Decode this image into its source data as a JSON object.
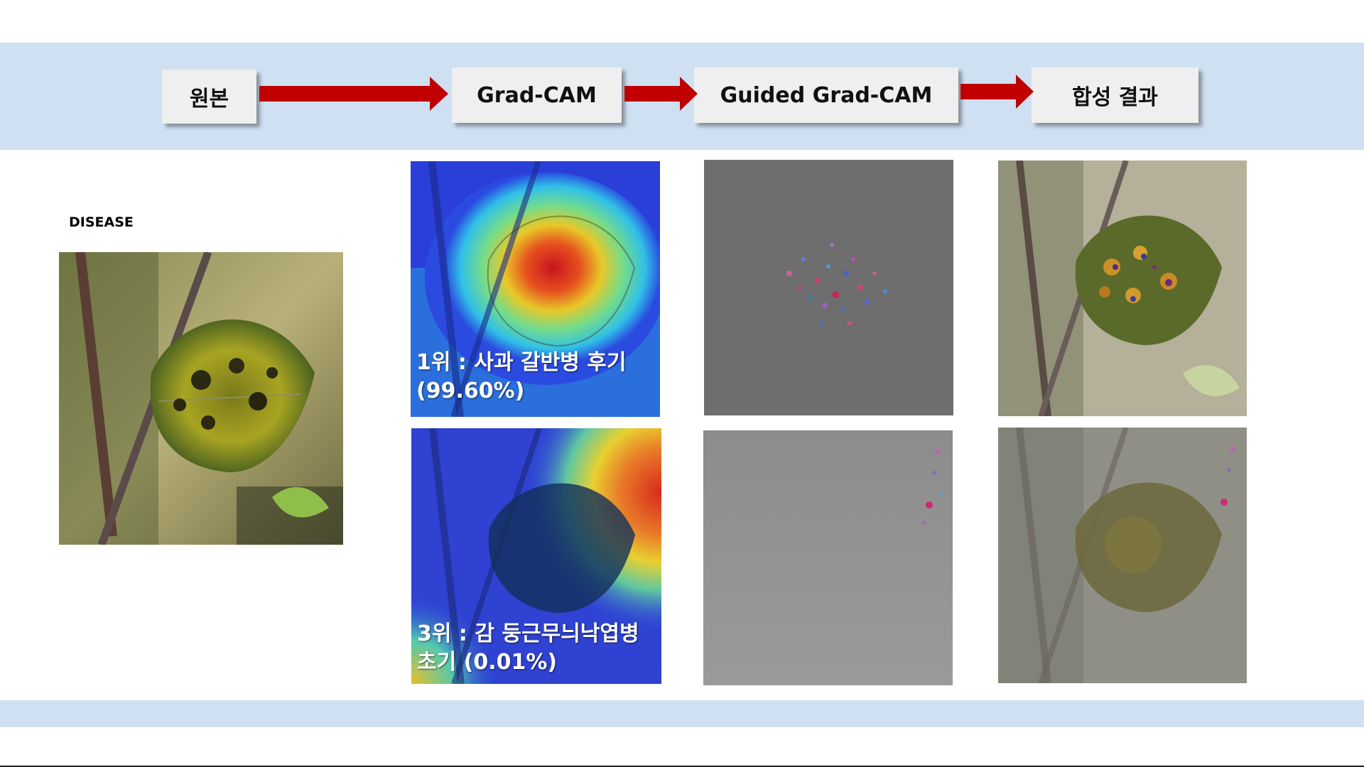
{
  "pipeline": {
    "step1": "원본",
    "step2": "Grad-CAM",
    "step3": "Guided Grad-CAM",
    "step4": "합성 결과"
  },
  "original": {
    "label": "DISEASE"
  },
  "predictions": [
    {
      "line1": "1위 : 사과 갈반병 후기",
      "line2": "(99.60%)"
    },
    {
      "line1": "3위 : 감 둥근무늬낙엽병",
      "line2": "초기 (0.01%)"
    }
  ],
  "colors": {
    "band": "#cfe0f2",
    "arrow": "#c00000",
    "step_box": "#efefef"
  }
}
